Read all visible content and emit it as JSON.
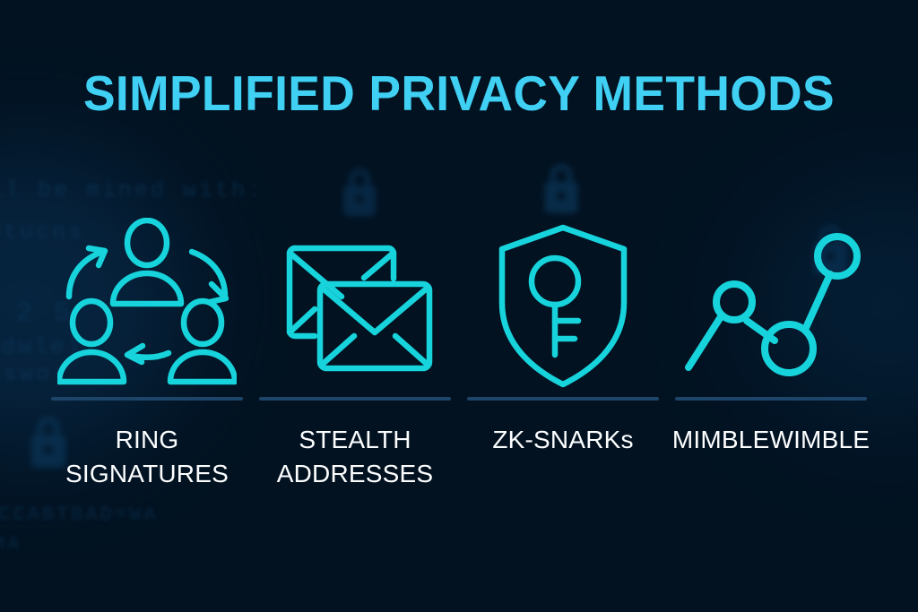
{
  "page": {
    "title": "SIMPLIFIED PRIVACY METHODS",
    "background_color": "#021221",
    "title_color": "#3fd0f4",
    "icon_color": "#17d3dc",
    "divider_color": "#1d4469",
    "label_color": "#fdfeff"
  },
  "methods": [
    {
      "label": "RING\nSIGNATURES",
      "icon": "three-people-circular-arrows-icon"
    },
    {
      "label": "STEALTH\nADDRESSES",
      "icon": "two-envelopes-icon"
    },
    {
      "label": "ZK-SNARKs",
      "icon": "shield-with-key-icon"
    },
    {
      "label": "MIMBLEWIMBLE",
      "icon": "node-line-graph-icon"
    }
  ],
  "background_decor": {
    "code_lines": [
      "il be mined with:",
      "otucns",
      "2 5",
      "ndwle);",
      "sswo:",
      "ECCABTBAD=WA",
      "MA"
    ],
    "watermark_icon": "padlock-icon"
  }
}
